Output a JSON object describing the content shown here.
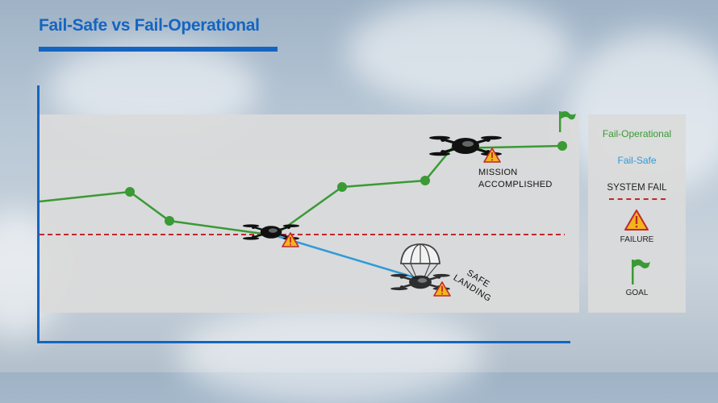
{
  "title": "Fail-Safe vs Fail-Operational",
  "colors": {
    "fail_operational": "#3a9a35",
    "fail_safe": "#2f9ad8",
    "system_fail": "#c0282d",
    "accent": "#1565c0"
  },
  "legend": {
    "fail_operational": "Fail-Operational",
    "fail_safe": "Fail-Safe",
    "system_fail": "SYSTEM FAIL",
    "failure": "FAILURE",
    "goal": "GOAL"
  },
  "annotations": {
    "mission_line1": "MISSION",
    "mission_line2": "ACCOMPLISHED",
    "safe_line1": "SAFE",
    "safe_line2": "LANDING"
  },
  "icons": [
    "quadcopter-drone-icon",
    "parachute-drone-icon",
    "warning-triangle-icon",
    "goal-flag-icon"
  ],
  "paths": {
    "fail_operational_nodes": 7,
    "fail_safe_nodes": 2
  }
}
